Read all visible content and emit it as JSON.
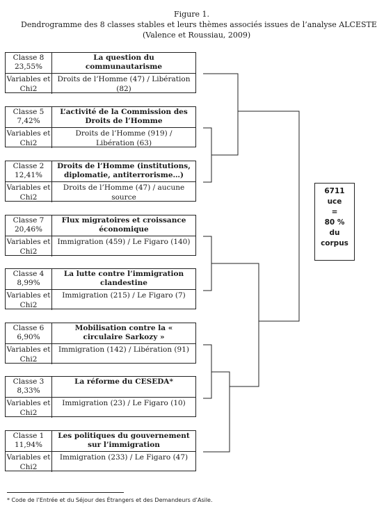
{
  "figure": {
    "label": "Figure 1.",
    "title": "Dendrogramme des 8 classes stables et leurs thèmes associés issues de l’analyse ALCESTE",
    "source": "(Valence et Roussiau, 2009)"
  },
  "classes": [
    {
      "name": "Classe 8",
      "pct": "23,55%",
      "title": "La question du communautarisme",
      "var_label": "Variables et Chi2",
      "vars": "Droits de l’Homme (47) / Libération (82)"
    },
    {
      "name": "Classe 5",
      "pct": "7,42%",
      "title": "L’activité de la Commission des Droits de l’Homme",
      "var_label": "Variables et Chi2",
      "vars": "Droits de l’Homme (919) / Libération (63)"
    },
    {
      "name": "Classe 2",
      "pct": "12,41%",
      "title": "Droits de l’Homme (institutions, diplomatie, antiterrorisme…)",
      "var_label": "Variables et Chi2",
      "vars": "Droits de l’Homme (47) / aucune source"
    },
    {
      "name": "Classe 7",
      "pct": "20,46%",
      "title": "Flux migratoires et croissance économique",
      "var_label": "Variables et Chi2",
      "vars": "Immigration (459) / Le Figaro (140)"
    },
    {
      "name": "Classe 4",
      "pct": "8,99%",
      "title": "La lutte contre l’immigration clandestine",
      "var_label": "Variables et Chi2",
      "vars": "Immigration (215) / Le Figaro (7)"
    },
    {
      "name": "Classe 6",
      "pct": "6,90%",
      "title": "Mobilisation contre la « circulaire Sarkozy »",
      "var_label": "Variables et Chi2",
      "vars": "Immigration (142) / Libération (91)"
    },
    {
      "name": "Classe 3",
      "pct": "8,33%",
      "title": "La réforme du CESEDA*",
      "var_label": "Variables et Chi2",
      "vars": "Immigration (23) / Le Figaro (10)"
    },
    {
      "name": "Classe 1",
      "pct": "11,94%",
      "title": "Les politiques du gouvernement sur l’immigration",
      "var_label": "Variables et Chi2",
      "vars": "Immigration (233) / Le Figaro (47)"
    }
  ],
  "total": {
    "l1": "6711",
    "l2": "uce",
    "l3": "=",
    "l4": "80 %",
    "l5": "du",
    "l6": "corpus"
  },
  "footnote": "* Code de l’Entrée et du Séjour des Étrangers et des Demandeurs d’Asile."
}
